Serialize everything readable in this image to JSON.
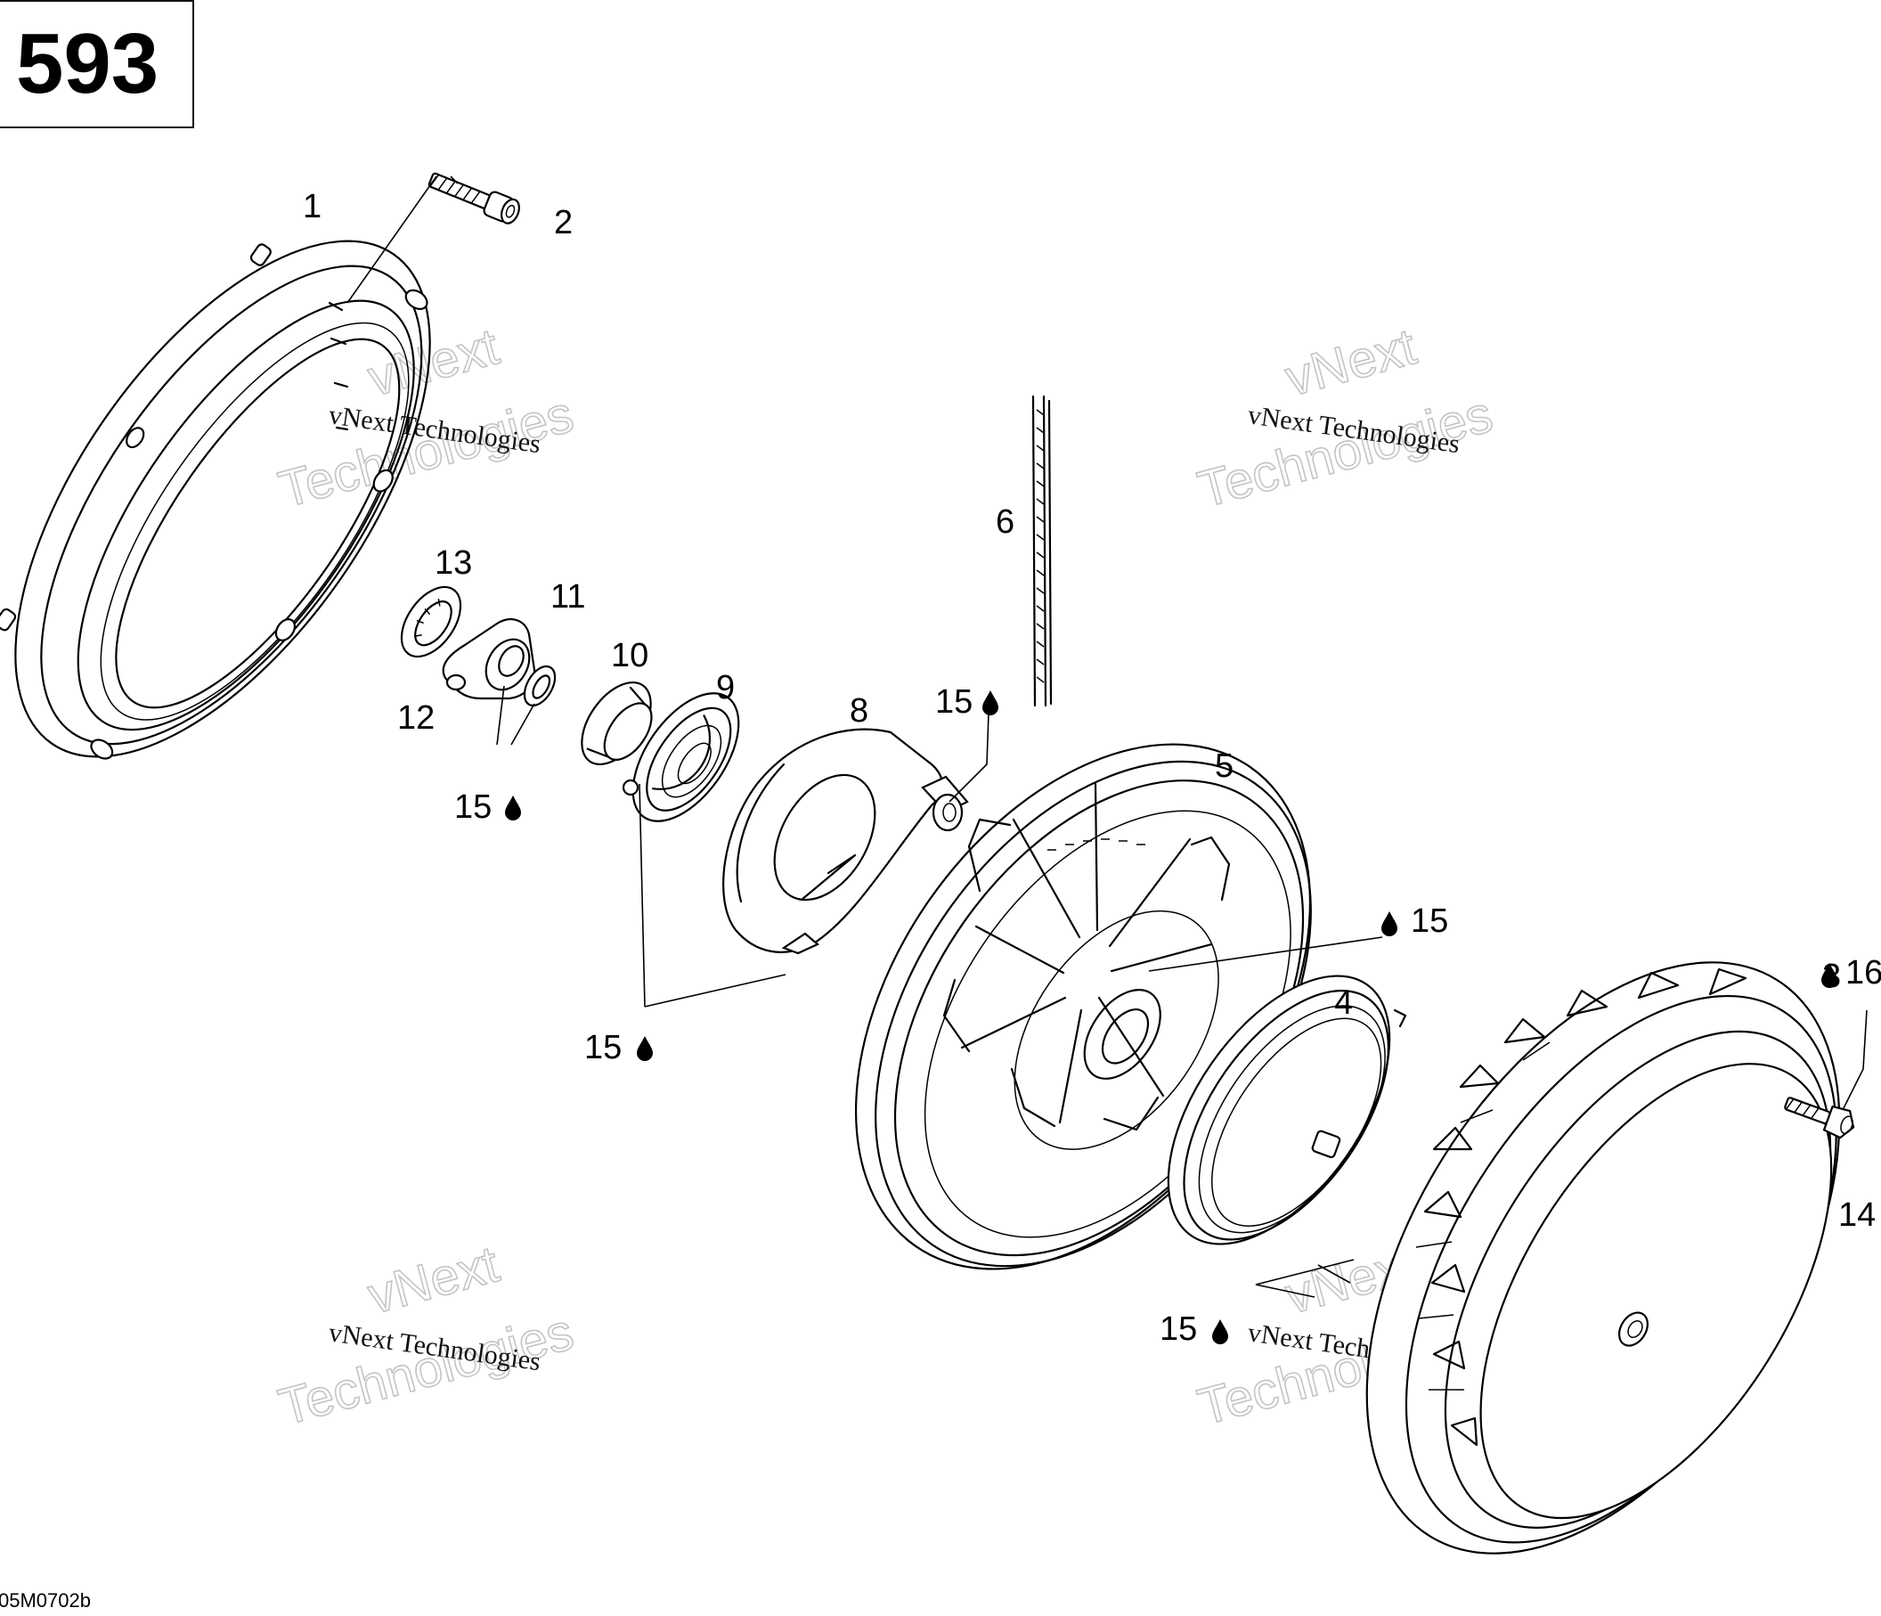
{
  "header": {
    "page_number": "593"
  },
  "footer": {
    "figure_code": "05M0702b"
  },
  "watermark": {
    "line1": "vNext",
    "line2": "Technologies",
    "caption": "vNext Technologies"
  },
  "callouts": {
    "c1": "1",
    "c2": "2",
    "c3": "3",
    "c4": "4",
    "c5": "5",
    "c6": "6",
    "c8": "8",
    "c9": "9",
    "c10": "10",
    "c11": "11",
    "c12": "12",
    "c13": "13",
    "c14": "14",
    "c15": "15",
    "c16": "16"
  },
  "icons": {
    "lubricant": "oil-drop-icon"
  }
}
